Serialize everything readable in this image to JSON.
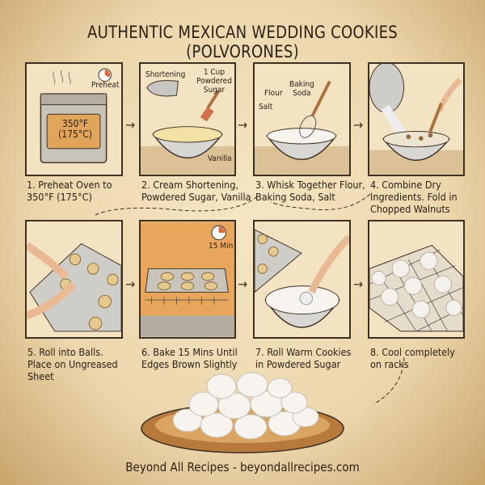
{
  "title": "AUTHENTIC MEXICAN WEDDING COOKIES (POLVORONES)",
  "steps": [
    {
      "caption": "1. Preheat Oven to\n350°F (175°C)",
      "labels": [
        "Preheat",
        "350°F\n(175°C)"
      ]
    },
    {
      "caption": "2. Cream Shortening,\nPowdered Sugar, Vanilla",
      "labels": [
        "Shortening",
        "1 Cup\nPowdered\nSugar",
        "Vanilla"
      ]
    },
    {
      "caption": "3. Whisk Together Flour,\nBaking Soda, Salt",
      "labels": [
        "Flour",
        "Baking\nSoda",
        "Salt"
      ]
    },
    {
      "caption": "4. Combine Dry\nIngredients. Fold in\nChopped Walnuts",
      "labels": []
    },
    {
      "caption": "5. Roll into Balls.\nPlace on Ungreased\nSheet",
      "labels": []
    },
    {
      "caption": "6. Bake 15 Mins Until\nEdges Brown Slightly",
      "labels": [
        "15 Min"
      ]
    },
    {
      "caption": "7. Roll Warm Cookies\nin Powdered Sugar",
      "labels": []
    },
    {
      "caption": "8. Cool completely\non racks",
      "labels": []
    }
  ],
  "footer": "Beyond All Recipes - beyondallrecipes.com",
  "icons": [
    "arrow-right-icon",
    "timer-icon",
    "oven-icon",
    "mixer-icon",
    "whisk-icon",
    "bowl-icon",
    "cookie-tray-icon",
    "cooling-rack-icon",
    "cookie-plate-icon"
  ],
  "colors": {
    "paper": "#f3e3c2",
    "ink": "#3d2f22",
    "cookie": "#e6c98f",
    "sugar": "#f7f4ef"
  }
}
